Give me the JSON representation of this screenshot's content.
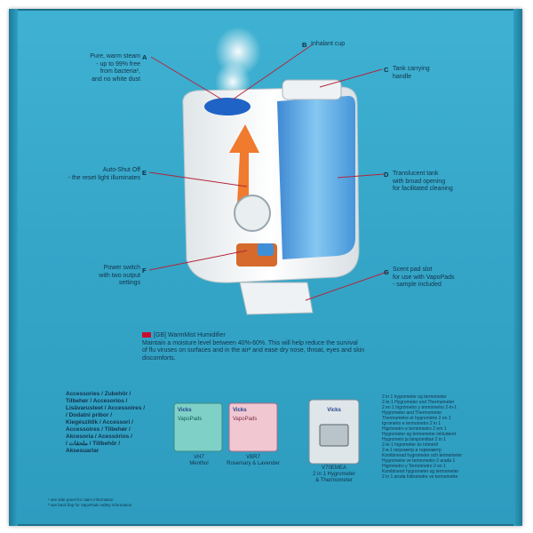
{
  "callouts": {
    "a": {
      "letter": "A",
      "lines": [
        "Pure, warm steam",
        "- up to 99% free",
        "from bacteria¹,",
        "and no white dust"
      ]
    },
    "b": {
      "letter": "B",
      "text": "Inhalant cup"
    },
    "c": {
      "letter": "C",
      "lines": [
        "Tank carrying",
        "handle"
      ]
    },
    "d": {
      "letter": "D",
      "lines": [
        "Translucent tank",
        "with broad opening",
        "for facilitated cleaning"
      ]
    },
    "e": {
      "letter": "E",
      "lines": [
        "Auto-Shut Off",
        "- the reset light illuminates"
      ]
    },
    "f": {
      "letter": "F",
      "lines": [
        "Power switch",
        "with two output",
        "settings"
      ]
    },
    "g": {
      "letter": "G",
      "lines": [
        "Scent pad slot",
        "for use with VapoPads",
        "- sample included"
      ]
    }
  },
  "description": {
    "lang_code": "[GB]",
    "title": "WarmMist Humidifier",
    "lines": [
      "Maintain a moisture level between 40%-60%. This will help reduce the survival",
      "of flu viruses on surfaces and in the air² and ease dry nose, throat, eyes and skin",
      "discomforts."
    ]
  },
  "accessories_label_lines": [
    "Accessories / Zubehör /",
    "Tilbehør / Accesorios /",
    "Lisävarusteet / Accessoires /",
    "/ Dodatni pribor /",
    "Kiegészítők / Accessori /",
    "Accessoires / Tilbehør /",
    "Akcesoria / Acessórios /",
    "/ ملحقات / Tillbehör /",
    "Aksesuarlar"
  ],
  "products": [
    {
      "code": "VH7",
      "name": "Menthol",
      "brand": "Vicks",
      "product": "VapoPads"
    },
    {
      "code": "VBR7",
      "name": "Rosemary & Lavender",
      "brand": "Vicks",
      "product": "VapoPads"
    },
    {
      "code": "V70EMEA",
      "lines": [
        "2 in 1 Hygrometer",
        "& Thermometer"
      ],
      "brand": "Vicks"
    }
  ],
  "hygrometer_text_lines": [
    "2 in 1 hygrometer og termometer",
    "2-in-1 Hygrometer und Thermometer",
    "2 en 1 higrómetro y termómetro 2-in-1",
    "Hygrometer and Thermometer",
    "Thermomètre et hygromètre 2 en 1",
    "Igrometro e termometro 2 in 1",
    "Higrómetro e termómetro 2 em 1",
    "Hygrometer og termometer inkluderet",
    "Hygrometri ja lämpömittari 2 in 1",
    "2-in-1 higrométer és hőmérő",
    "2-в-1 гигрометр и термометр",
    "Kombinerad hygrometer och termometer",
    "Hygrometre ve termometre 2 arada 1",
    "Higrómetro y Termómetro 2 en 1",
    "Kombineret hygrometer og termometer",
    "2 in 1 aroda hidrometre ve termometre"
  ],
  "footnotes": [
    "¹ see side panel for claim information",
    "² see back flap for VapoPads safety information"
  ],
  "colors": {
    "box": "#35a6c8",
    "text": "#12324a",
    "pointer": "#b3243a",
    "device": "#f4f6f7",
    "tank": "#5fb3ea",
    "arrow": "#f07a2e"
  }
}
